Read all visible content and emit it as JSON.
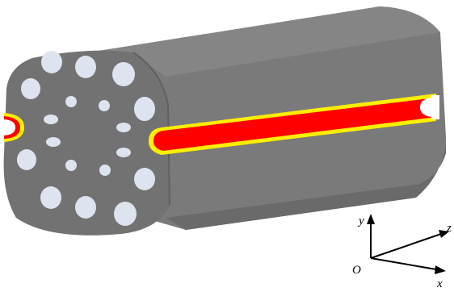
{
  "colors": {
    "background": "#ffffff",
    "body_gray": "#777777",
    "body_top": "#8a8a8a",
    "face_gray": "#6f6f6f",
    "side_dark": "#5f5f5f",
    "hole_fill": "#dde3ef",
    "channel_red": "#ff0000",
    "channel_outline": "#ffee00",
    "axis": "#000000"
  },
  "axes": {
    "origin_label": "O",
    "y_label": "y",
    "z_label": "z",
    "x_label": "x"
  }
}
